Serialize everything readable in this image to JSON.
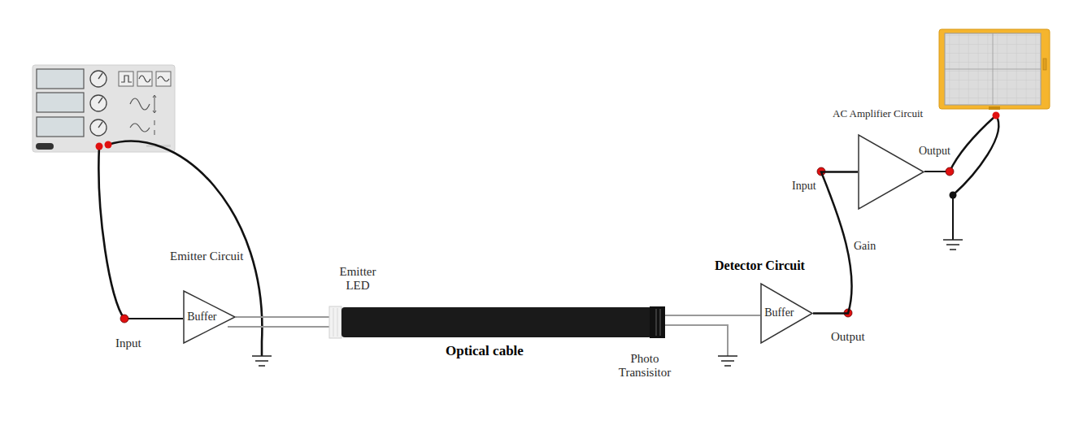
{
  "diagram": {
    "nodes": [
      {
        "text": [
          "Emitter Circuit",
          "Buffer"
        ]
      },
      {
        "text": [
          "Optical cable"
        ]
      },
      {
        "text": [
          "Detector Circuit",
          "Buffer"
        ]
      },
      {
        "text": [
          "AC Amplifier Circuit"
        ]
      }
    ],
    "edges": [
      {
        "from": 0,
        "to": 1,
        "arrow": "none"
      },
      {
        "from": 1,
        "to": 2,
        "arrow": "none"
      },
      {
        "from": 2,
        "to": 3,
        "arrow": "none"
      }
    ],
    "labels": [
      "Input",
      "Emitter LED",
      "Photo Transisitor",
      "Output",
      "Input",
      "Output",
      "Gain"
    ]
  }
}
